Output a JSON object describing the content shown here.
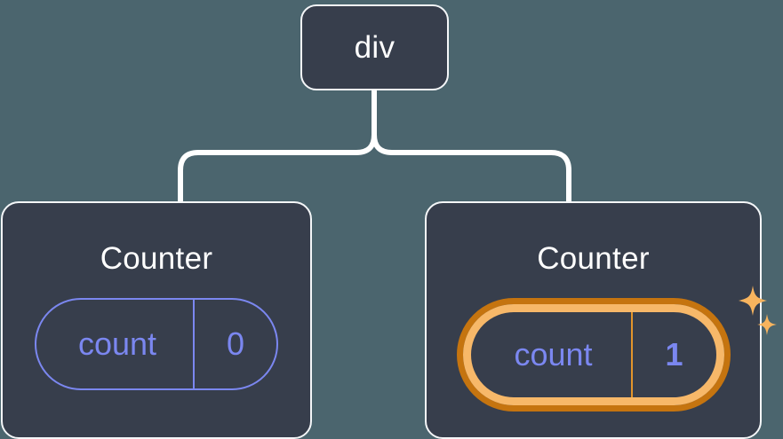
{
  "diagram": {
    "type": "component-tree",
    "background_color": "#4b656e",
    "node_fill_color": "#373e4c",
    "node_border_color": "#f4f6f8",
    "connector_color": "#ffffff",
    "state_accent_color": "#7b87f0",
    "highlight_outer_color": "#c5740f",
    "highlight_inner_color": "#f7b869",
    "sparkle_color": "#f8b45e",
    "root": {
      "label": "div"
    },
    "children": [
      {
        "label": "Counter",
        "state": {
          "key": "count",
          "value": "0"
        },
        "highlighted": false
      },
      {
        "label": "Counter",
        "state": {
          "key": "count",
          "value": "1"
        },
        "highlighted": true,
        "sparkle_icons": [
          "sparkle-large",
          "sparkle-small"
        ]
      }
    ]
  }
}
